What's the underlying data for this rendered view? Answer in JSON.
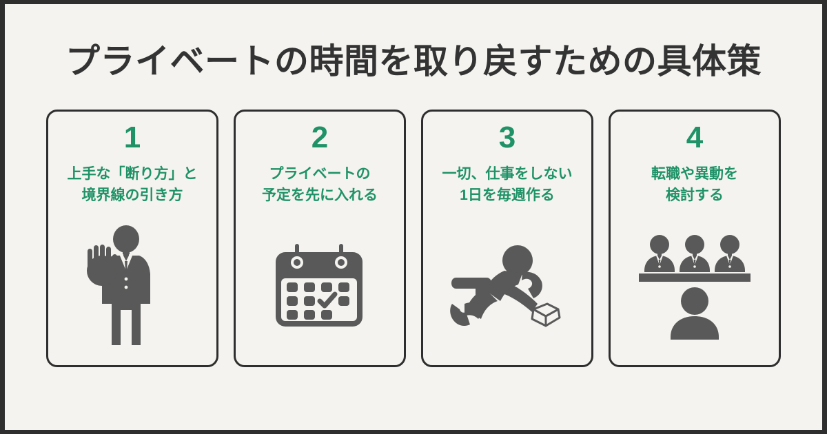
{
  "page": {
    "title": "プライベートの時間を取り戻すための具体策",
    "background_color": "#F4F3EF",
    "frame_color": "#2E2E2E",
    "title_color": "#333333",
    "accent_color": "#1F9268",
    "icon_color": "#595959"
  },
  "cards": [
    {
      "number": "1",
      "heading": "上手な「断り方」と\n境界線の引き方",
      "icon_name": "businessman-stop-hand-icon"
    },
    {
      "number": "2",
      "heading": "プライベートの\n予定を先に入れる",
      "icon_name": "calendar-check-icon"
    },
    {
      "number": "3",
      "heading": "一切、仕事をしない\n1日を毎週作る",
      "icon_name": "person-relaxing-with-book-icon"
    },
    {
      "number": "4",
      "heading": "転職や異動を\n検討する",
      "icon_name": "job-interview-panel-icon"
    }
  ]
}
